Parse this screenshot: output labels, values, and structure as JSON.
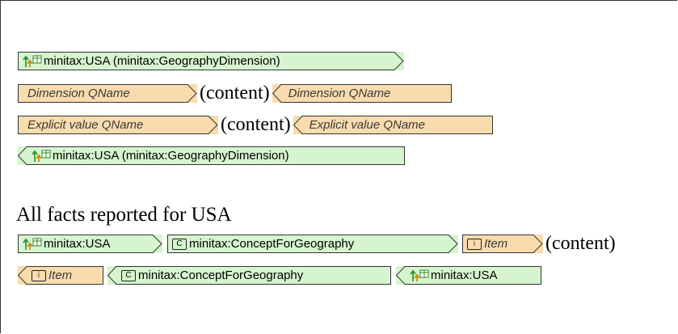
{
  "row1": {
    "open_tag": "minitax:USA (minitax:GeographyDimension)"
  },
  "row2": {
    "open_tag": "Dimension QName",
    "content": "(content)",
    "close_tag": "Dimension QName"
  },
  "row3": {
    "open_tag": "Explicit value QName",
    "content": "(content)",
    "close_tag": "Explicit value QName"
  },
  "row4": {
    "close_tag": "minitax:USA (minitax:GeographyDimension)"
  },
  "heading": "All facts reported for USA",
  "row5": {
    "tag1": "minitax:USA",
    "tag2": "minitax:ConceptForGeography",
    "tag2_icon": "C",
    "tag3": "Item",
    "tag3_icon": "i",
    "content": "(content)"
  },
  "row6": {
    "tag1": "Item",
    "tag1_icon": "i",
    "tag2": "minitax:ConceptForGeography",
    "tag2_icon": "C",
    "tag3": "minitax:USA"
  },
  "colors": {
    "green_fill": "#d6f5cf",
    "orange_fill": "#f8dcae",
    "border": "#333333"
  }
}
